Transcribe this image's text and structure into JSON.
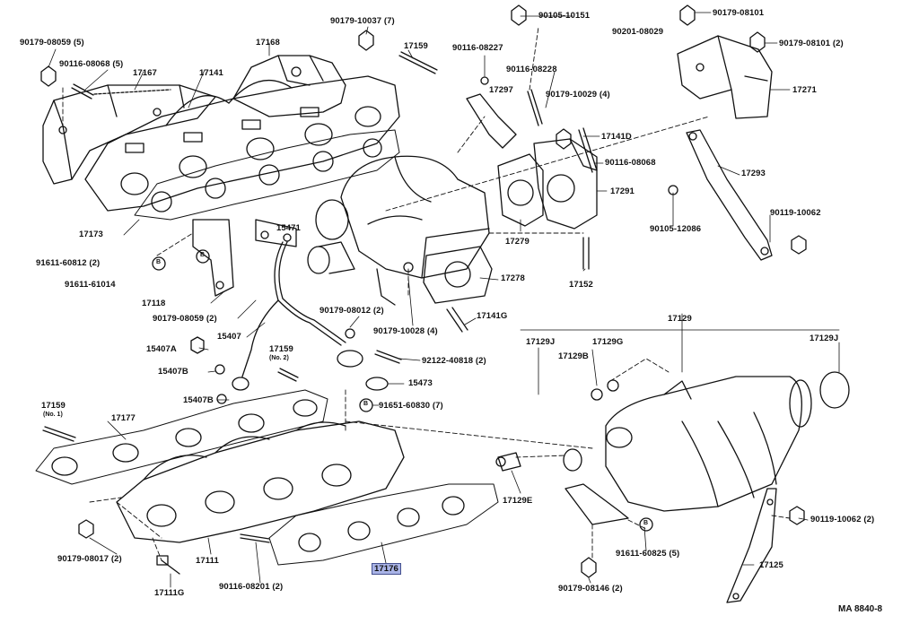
{
  "diagram": {
    "highlighted_part": "17176",
    "footer_code": "MA 8840-8",
    "labels": {
      "p90179_08059_5": "90179-08059 (5)",
      "p90116_08068_5": "90116-08068 (5)",
      "p17167": "17167",
      "p17141": "17141",
      "p17168": "17168",
      "p90179_10037_7": "90179-10037 (7)",
      "p17159_top": "17159",
      "p90116_08227": "90116-08227",
      "p90105_10151": "90105-10151",
      "p90116_08228": "90116-08228",
      "p17297": "17297",
      "p90179_10029_4": "90179-10029 (4)",
      "p90179_08101": "90179-08101",
      "p90201_08029": "90201-08029",
      "p90179_08101_2": "90179-08101 (2)",
      "p17271": "17271",
      "p17141D": "17141D",
      "p90116_08068": "90116-08068",
      "p17293": "17293",
      "p17291": "17291",
      "p90105_12086": "90105-12086",
      "p90119_10062": "90119-10062",
      "p17173": "17173",
      "p15471": "15471",
      "p91611_60812_2": "91611-60812 (2)",
      "p91611_61014": "91611-61014",
      "p17118": "17118",
      "p90179_08059_2": "90179-08059 (2)",
      "p17279": "17279",
      "p17278": "17278",
      "p17152": "17152",
      "p90179_08012_2": "90179-08012 (2)",
      "p90179_10028_4": "90179-10028 (4)",
      "p17141G": "17141G",
      "p15407": "15407",
      "p15407A": "15407A",
      "p15407B_1": "15407B",
      "p17159_no2": "17159",
      "p17159_no2_sub": "(No. 2)",
      "p92122_40818_2": "92122-40818 (2)",
      "p15473": "15473",
      "p15407B_2": "15407B",
      "p91651_60830_7": "91651-60830 (7)",
      "p17129": "17129",
      "p17129J_left": "17129J",
      "p17129G": "17129G",
      "p17129B": "17129B",
      "p17129J_right": "17129J",
      "p17159_no1": "17159",
      "p17159_no1_sub": "(No. 1)",
      "p17177": "17177",
      "p17129E": "17129E",
      "p90119_10062_2": "90119-10062 (2)",
      "p91611_60825_5": "91611-60825 (5)",
      "p90179_08017_2": "90179-08017 (2)",
      "p17111": "17111",
      "p90116_08201_2": "90116-08201 (2)",
      "p17125": "17125",
      "p90179_08146_2": "90179-08146 (2)",
      "p17111G": "17111G",
      "circleB": "B"
    }
  }
}
